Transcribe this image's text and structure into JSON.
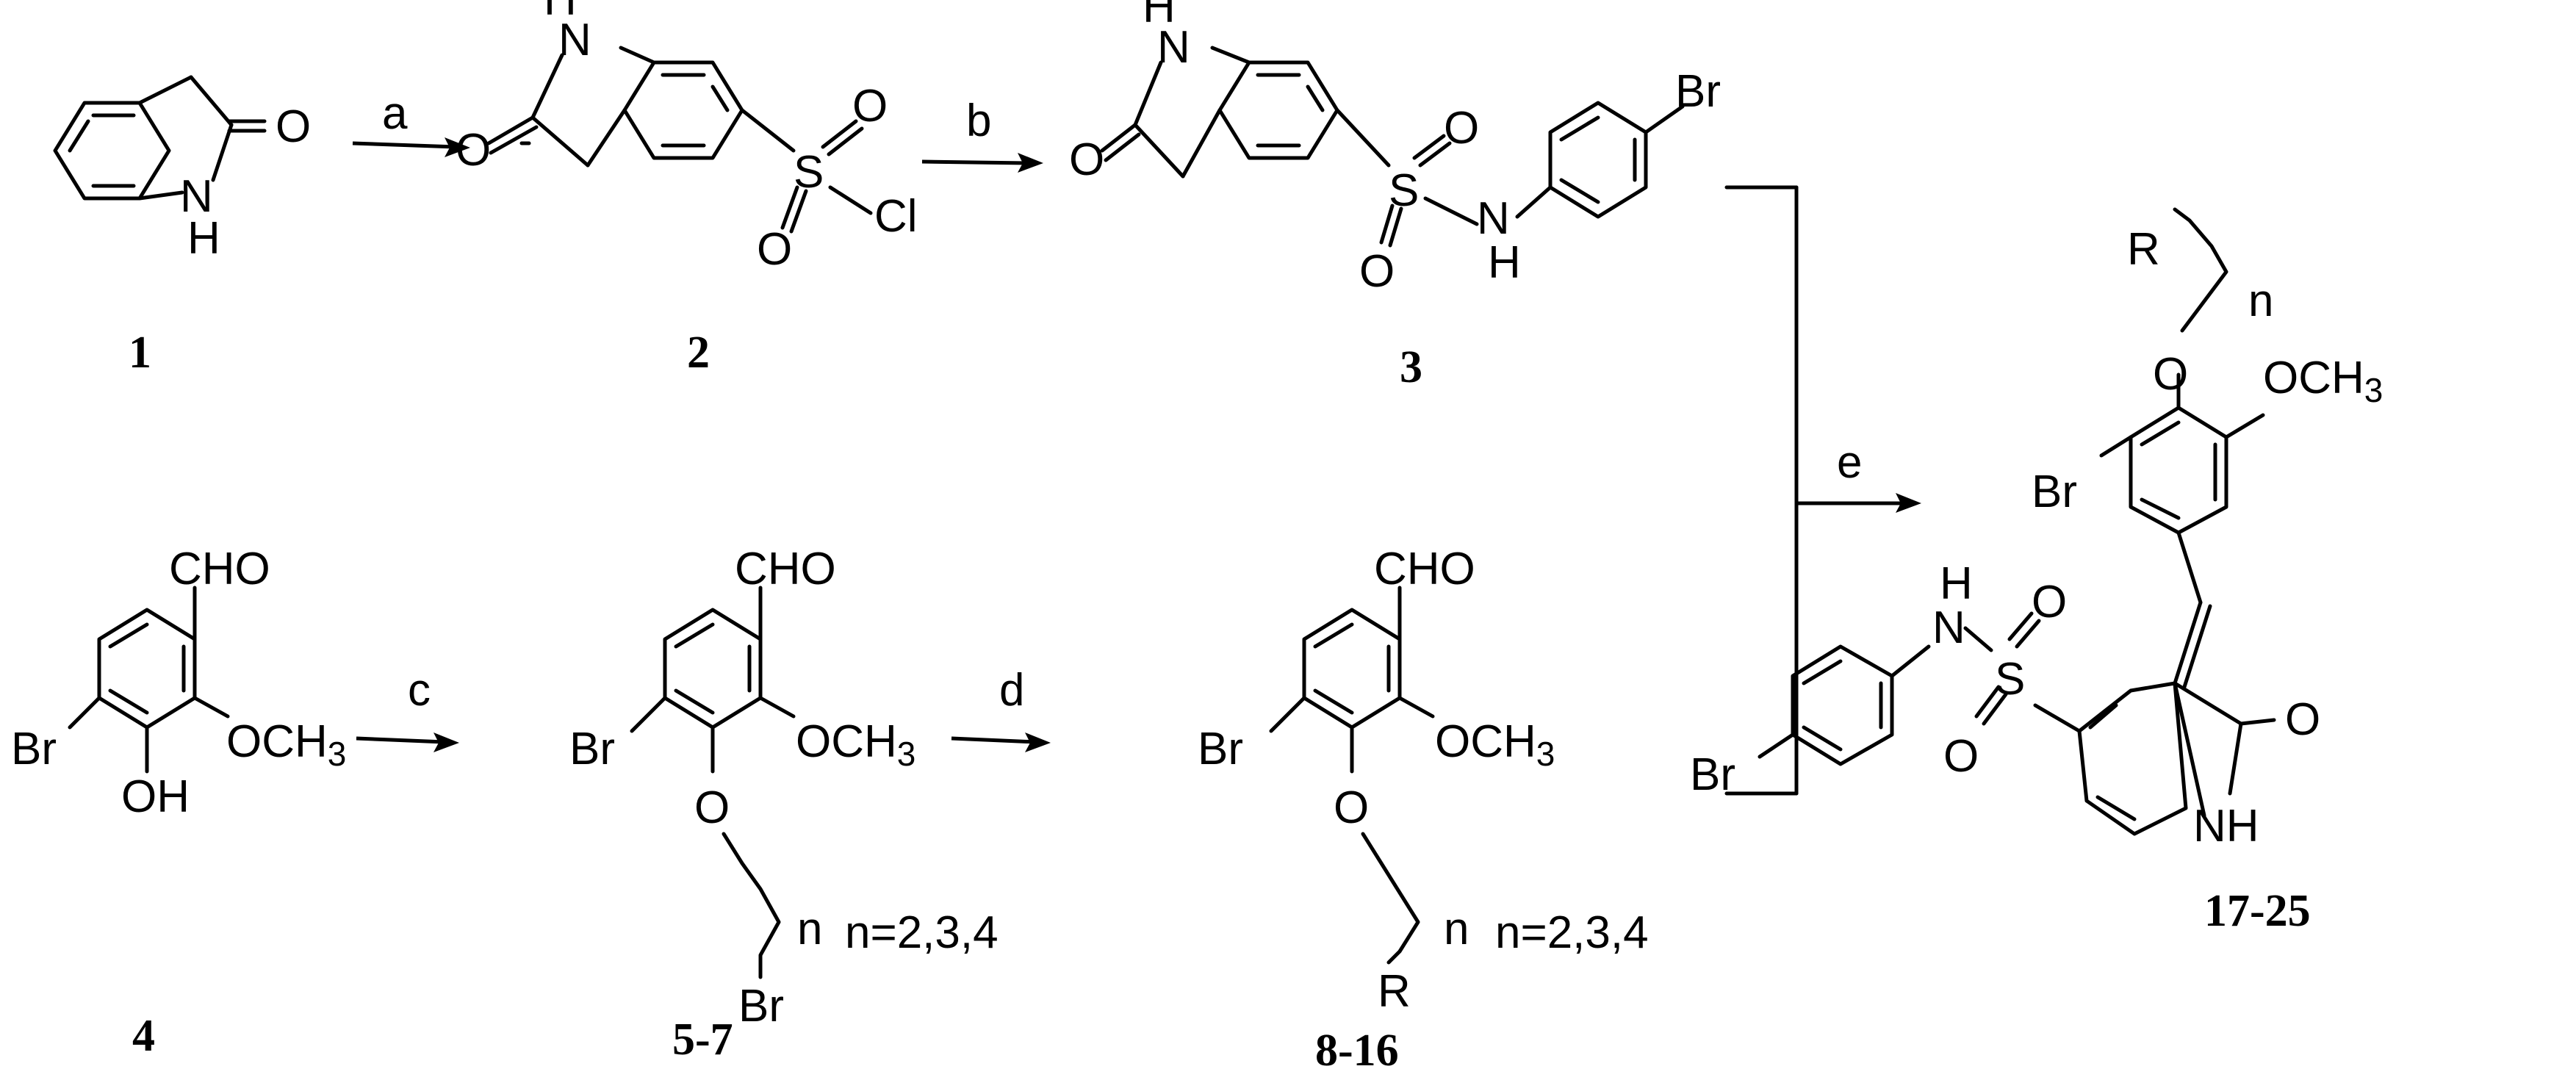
{
  "atoms": {
    "O": "O",
    "N": "N",
    "H": "H",
    "NH": "NH",
    "S": "S",
    "Cl": "Cl",
    "Br": "Br",
    "CHO": "CHO",
    "OH": "OH",
    "OCH": "OCH",
    "sub3": "3",
    "R": "R",
    "n": "n"
  },
  "compounds": {
    "c1": "1",
    "c2": "2",
    "c3": "3",
    "c4": "4",
    "c5_7": "5-7",
    "c8_16": "8-16",
    "c17_25": "17-25"
  },
  "n_values": "n=2,3,4",
  "steps": {
    "a": "a",
    "b": "b",
    "c": "c",
    "d": "d",
    "e": "e"
  }
}
